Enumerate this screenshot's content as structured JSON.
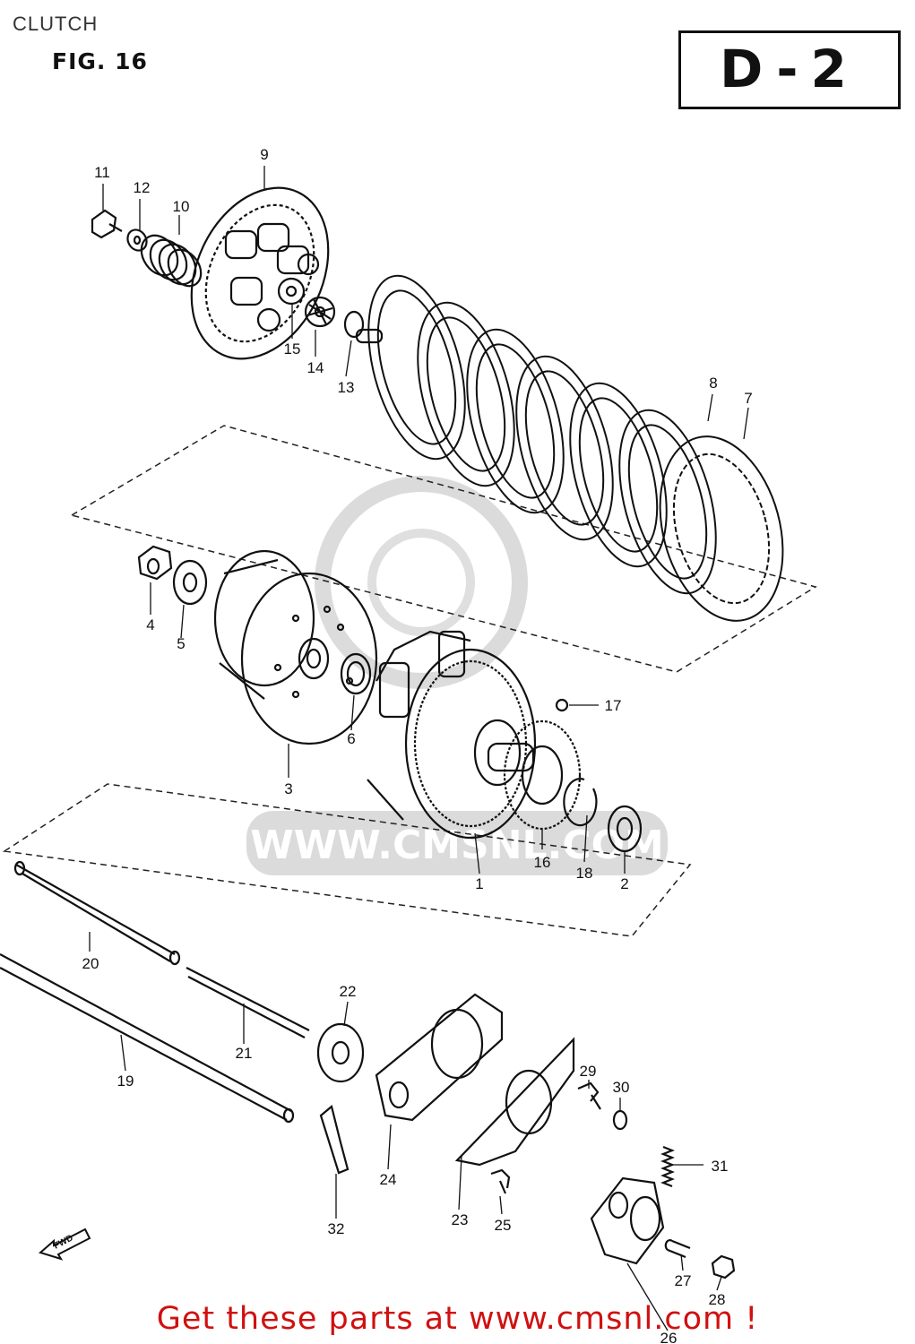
{
  "header": {
    "title": "CLUTCH",
    "figure": "FIG. 16",
    "sheet": "D-2"
  },
  "watermark": {
    "text": "WWW.CMSNL.COM"
  },
  "fwd_arrow": {
    "text": "FWD"
  },
  "callouts": [
    {
      "id": "c1",
      "text": "1"
    },
    {
      "id": "c2",
      "text": "2"
    },
    {
      "id": "c3",
      "text": "3"
    },
    {
      "id": "c4",
      "text": "4"
    },
    {
      "id": "c5",
      "text": "5"
    },
    {
      "id": "c6",
      "text": "6"
    },
    {
      "id": "c7",
      "text": "7"
    },
    {
      "id": "c8",
      "text": "8"
    },
    {
      "id": "c9",
      "text": "9"
    },
    {
      "id": "c10",
      "text": "10"
    },
    {
      "id": "c11",
      "text": "11"
    },
    {
      "id": "c12",
      "text": "12"
    },
    {
      "id": "c13",
      "text": "13"
    },
    {
      "id": "c14",
      "text": "14"
    },
    {
      "id": "c15",
      "text": "15"
    },
    {
      "id": "c16",
      "text": "16"
    },
    {
      "id": "c17",
      "text": "17"
    },
    {
      "id": "c18",
      "text": "18"
    },
    {
      "id": "c19",
      "text": "19"
    },
    {
      "id": "c20",
      "text": "20"
    },
    {
      "id": "c21",
      "text": "21"
    },
    {
      "id": "c22",
      "text": "22"
    },
    {
      "id": "c23",
      "text": "23"
    },
    {
      "id": "c24",
      "text": "24"
    },
    {
      "id": "c25",
      "text": "25"
    },
    {
      "id": "c26",
      "text": "26"
    },
    {
      "id": "c27",
      "text": "27"
    },
    {
      "id": "c28",
      "text": "28"
    },
    {
      "id": "c29",
      "text": "29"
    },
    {
      "id": "c30",
      "text": "30"
    },
    {
      "id": "c31",
      "text": "31"
    },
    {
      "id": "c32",
      "text": "32"
    }
  ],
  "footer": {
    "text": "Get these parts at www.cmsnl.com !"
  },
  "colors": {
    "ink": "#111111",
    "footer": "#d01010",
    "watermark": "#d8d8d8"
  }
}
